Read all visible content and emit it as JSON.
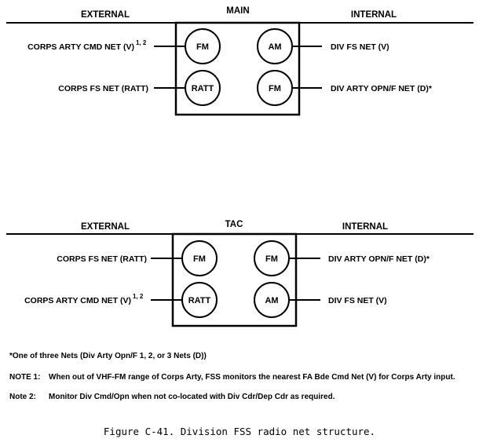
{
  "main": {
    "external": "EXTERNAL",
    "title": "MAIN",
    "internal": "INTERNAL",
    "left_nets": [
      {
        "label": "CORPS ARTY CMD NET (V)",
        "sup": "1, 2"
      },
      {
        "label": "CORPS FS NET (RATT)",
        "sup": ""
      }
    ],
    "right_nets": [
      "DIV FS NET (V)",
      "DIV ARTY OPN/F NET (D)*"
    ],
    "radios": {
      "top_left": "FM",
      "top_right": "AM",
      "bottom_left": "RATT",
      "bottom_right": "FM"
    }
  },
  "tac": {
    "external": "EXTERNAL",
    "title": "TAC",
    "internal": "INTERNAL",
    "left_nets": [
      {
        "label": "CORPS FS NET (RATT)",
        "sup": ""
      },
      {
        "label": "CORPS ARTY CMD NET (V)",
        "sup": "1, 2"
      }
    ],
    "right_nets": [
      "DIV ARTY OPN/F NET (D)*",
      "DIV FS NET (V)"
    ],
    "radios": {
      "top_left": "FM",
      "top_right": "FM",
      "bottom_left": "RATT",
      "bottom_right": "AM"
    }
  },
  "notes": {
    "asterisk": "*One of three Nets (Div Arty Opn/F 1, 2, or 3 Nets (D))",
    "note1_tag": "NOTE 1:",
    "note1_text": "When out of VHF-FM range of Corps Arty, FSS monitors the nearest FA Bde Cmd Net (V) for Corps Arty input.",
    "note2_tag": "Note 2:",
    "note2_text": "Monitor Div Cmd/Opn when not co-located with Div Cdr/Dep Cdr as required."
  },
  "caption": "Figure C-41. Division FSS radio net structure."
}
